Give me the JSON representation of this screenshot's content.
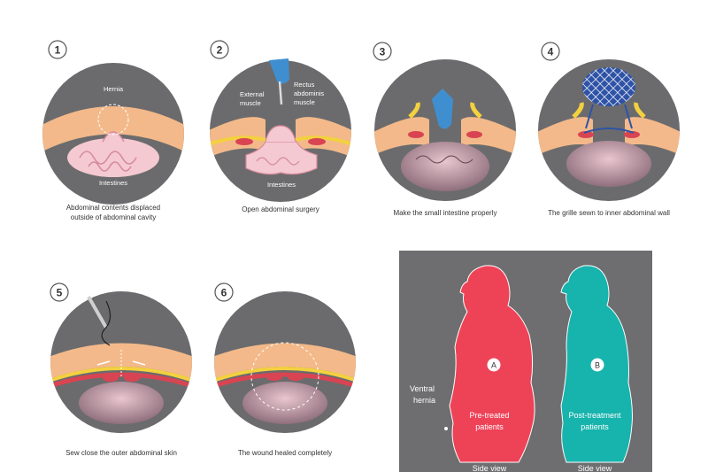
{
  "steps": [
    {
      "number": "1",
      "caption_line1": "Abdominal contents displaced",
      "caption_line2": "outside of abdominal cavity",
      "label_hernia": "Hernia",
      "label_intestines": "Intestines"
    },
    {
      "number": "2",
      "caption": "Open abdominal surgery",
      "label_external_1": "External",
      "label_external_2": "muscle",
      "label_rectus_1": "Rectus",
      "label_rectus_2": "abdominis",
      "label_rectus_3": "muscle",
      "label_intestines": "Intestines"
    },
    {
      "number": "3",
      "caption": "Make the small intestine properly"
    },
    {
      "number": "4",
      "caption": "The grille sewn to inner abdominal wall"
    },
    {
      "number": "5",
      "caption": "Sew close the outer abdominal skin"
    },
    {
      "number": "6",
      "caption": "The wound healed completely"
    }
  ],
  "comparison": {
    "patient_a": {
      "marker": "A",
      "label_line1": "Pre-treated",
      "label_line2": "patients",
      "view": "Side view"
    },
    "patient_b": {
      "marker": "B",
      "label_line1": "Post-treatment",
      "label_line2": "patients",
      "view": "Side view"
    },
    "hernia_label_1": "Ventral",
    "hernia_label_2": "hernia"
  },
  "colors": {
    "circle_bg": "#6b6b6d",
    "panel_bg": "#6e6e70",
    "muscle_orange": "#f3b98a",
    "fat_yellow": "#f3d13f",
    "muscle_red": "#d94452",
    "intestine_pink": "#f4c9d1",
    "glove_blue": "#3f8fd0",
    "patient_a": "#ee4257",
    "patient_b": "#17b3ad"
  }
}
